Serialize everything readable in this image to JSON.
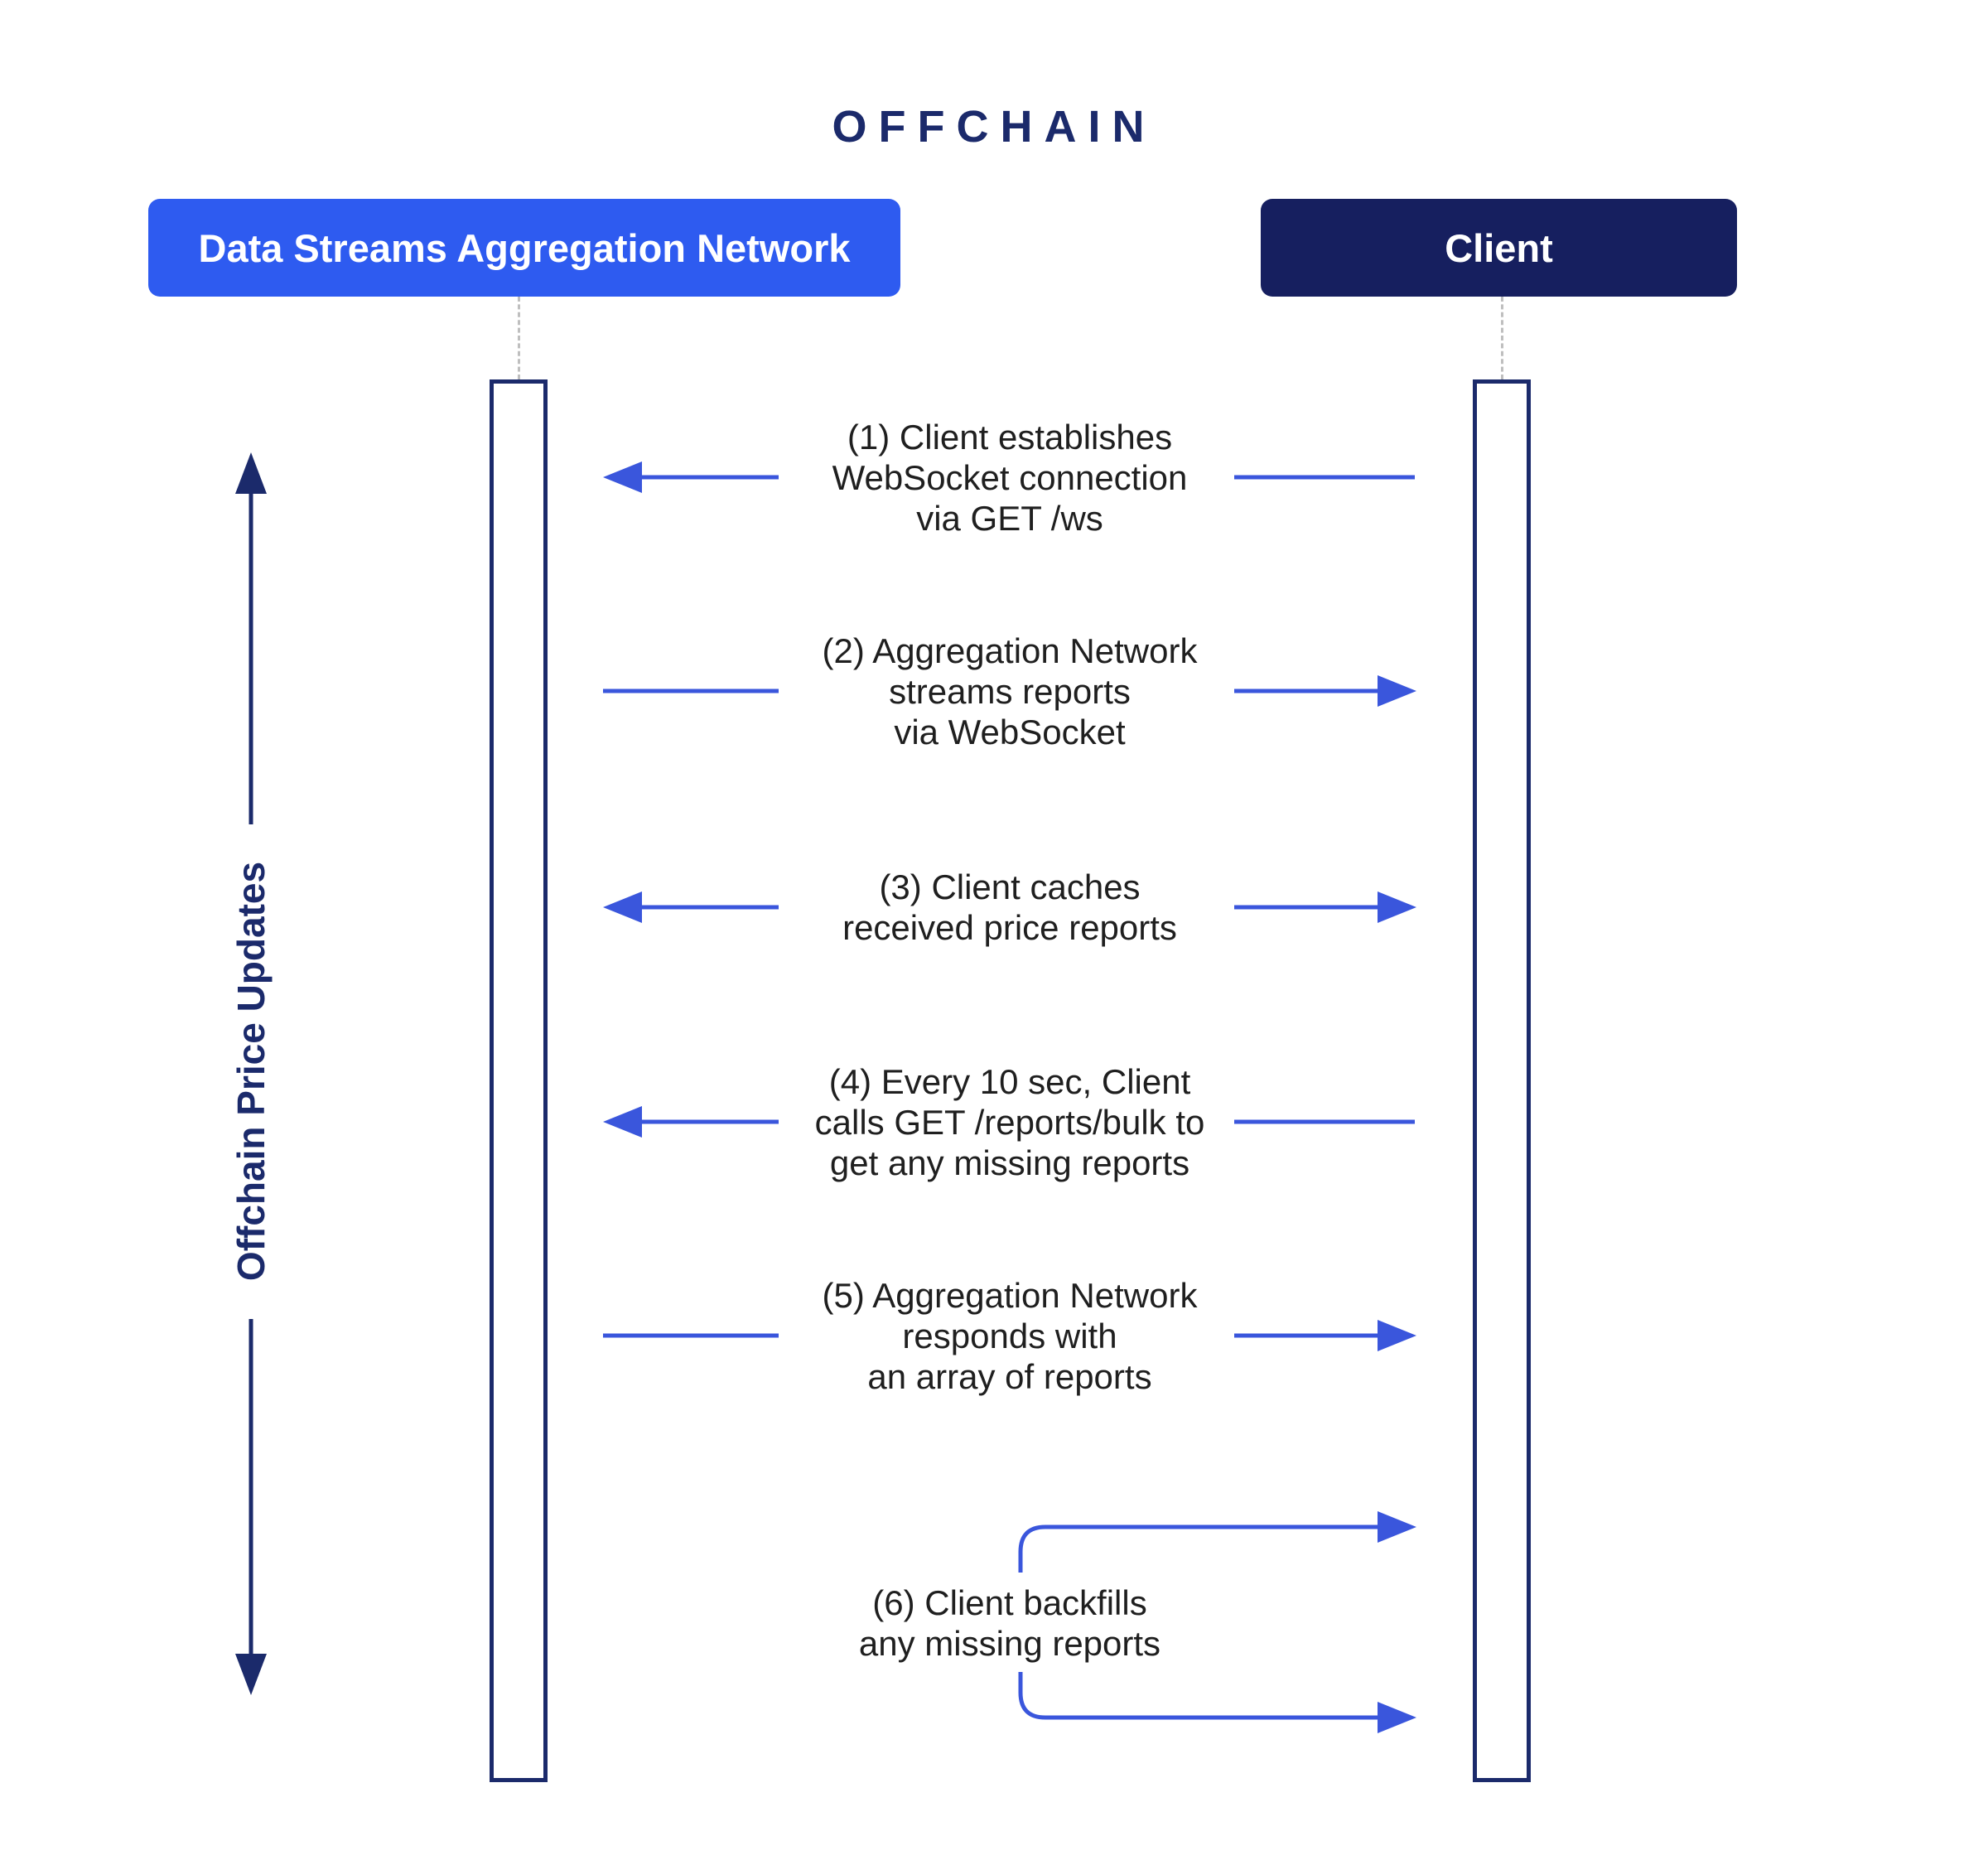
{
  "colors": {
    "accent": "#2E5BF0",
    "arrow": "#3A56DC",
    "navy": "#1B2A6B",
    "navyDark": "#161F5F",
    "text": "#1F1F1F",
    "dash": "#BFBFBF",
    "bg": "#FFFFFF"
  },
  "title": "OFFCHAIN",
  "actors": {
    "left": {
      "label": "Data Streams Aggregation Network"
    },
    "right": {
      "label": "Client"
    }
  },
  "side_label": "Offchain Price Updates",
  "messages": [
    {
      "direction": "to-network",
      "lines": [
        "(1) Client establishes",
        "WebSocket connection",
        "via GET /ws"
      ]
    },
    {
      "direction": "to-client",
      "lines": [
        "(2) Aggregation Network",
        "streams reports",
        "via WebSocket"
      ]
    },
    {
      "direction": "both",
      "lines": [
        "(3) Client caches",
        "received price reports"
      ]
    },
    {
      "direction": "to-network",
      "lines": [
        "(4) Every 10 sec, Client",
        "calls GET /reports/bulk to",
        "get any missing reports"
      ]
    },
    {
      "direction": "to-client",
      "lines": [
        "(5) Aggregation Network",
        "responds with",
        "an array of reports"
      ]
    },
    {
      "direction": "self-client",
      "lines": [
        "(6) Client backfills",
        "any missing reports"
      ]
    }
  ]
}
